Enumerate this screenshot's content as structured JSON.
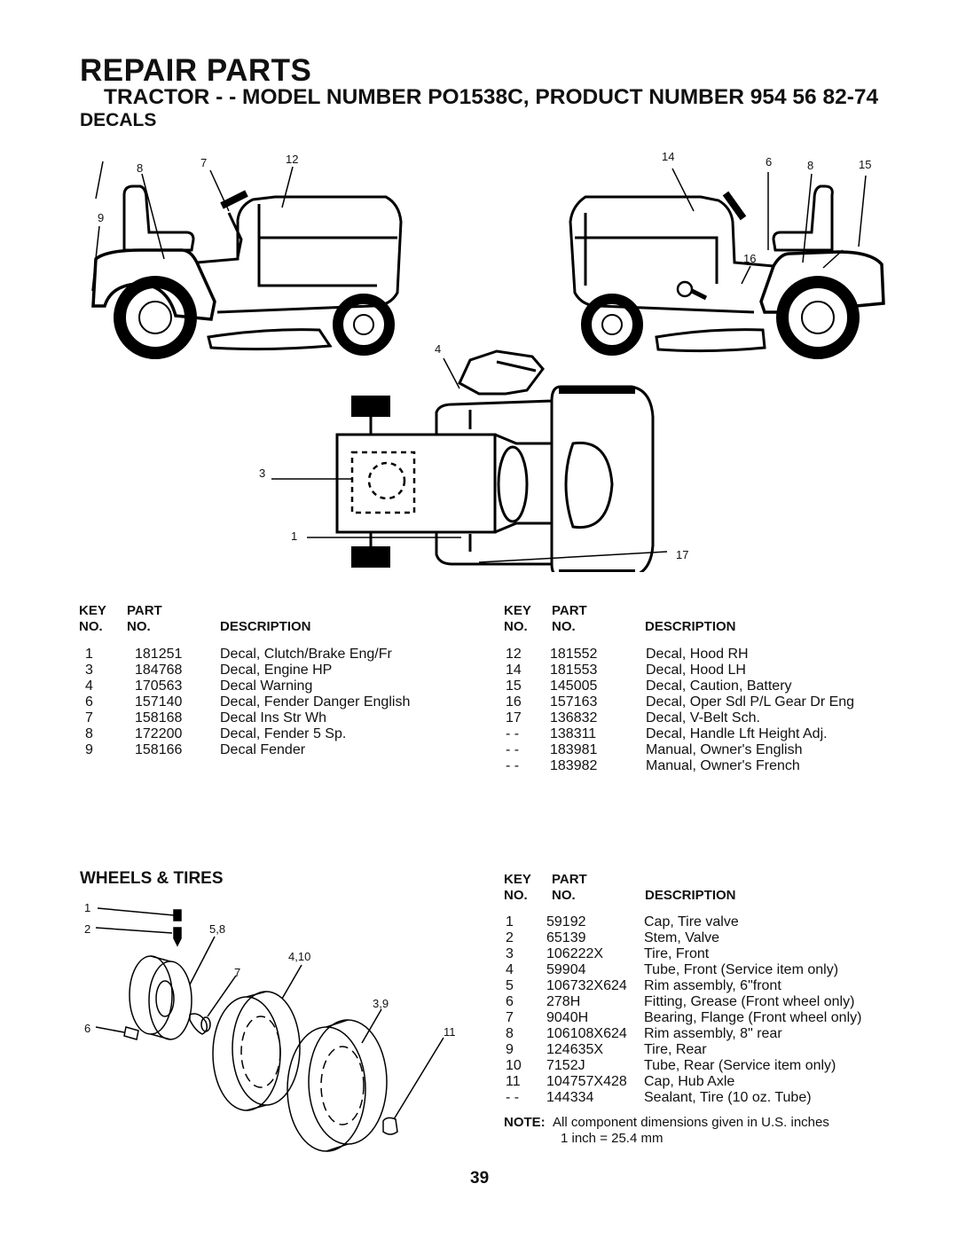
{
  "header": {
    "title": "REPAIR PARTS",
    "subtitle": "TRACTOR - - MODEL NUMBER PO1538C, PRODUCT NUMBER 954 56 82-74"
  },
  "decals": {
    "heading": "DECALS",
    "callouts": [
      "8",
      "7",
      "12",
      "9",
      "14",
      "6",
      "8",
      "15",
      "16",
      "4",
      "3",
      "1",
      "17"
    ],
    "table_headers": {
      "key_top": "KEY",
      "key_bottom": "NO.",
      "part_top": "PART",
      "part_bottom": "NO.",
      "description": "DESCRIPTION"
    },
    "left_rows": [
      {
        "key": "1",
        "part": "181251",
        "description": "Decal, Clutch/Brake Eng/Fr"
      },
      {
        "key": "3",
        "part": "184768",
        "description": "Decal, Engine HP"
      },
      {
        "key": "4",
        "part": "170563",
        "description": "Decal Warning"
      },
      {
        "key": "6",
        "part": "157140",
        "description": "Decal, Fender Danger English"
      },
      {
        "key": "7",
        "part": "158168",
        "description": "Decal Ins Str Wh"
      },
      {
        "key": "8",
        "part": "172200",
        "description": "Decal, Fender 5 Sp."
      },
      {
        "key": "9",
        "part": "158166",
        "description": "Decal Fender"
      }
    ],
    "right_rows": [
      {
        "key": "12",
        "part": "181552",
        "description": "Decal, Hood RH"
      },
      {
        "key": "14",
        "part": "181553",
        "description": "Decal, Hood LH"
      },
      {
        "key": "15",
        "part": "145005",
        "description": "Decal, Caution, Battery"
      },
      {
        "key": "16",
        "part": "157163",
        "description": "Decal, Oper Sdl P/L Gear Dr Eng"
      },
      {
        "key": "17",
        "part": "136832",
        "description": "Decal, V-Belt Sch."
      },
      {
        "key": "- -",
        "part": "138311",
        "description": "Decal, Handle Lft Height Adj."
      },
      {
        "key": "- -",
        "part": "183981",
        "description": "Manual, Owner's English"
      },
      {
        "key": "- -",
        "part": "183982",
        "description": "Manual, Owner's French"
      }
    ]
  },
  "wheels": {
    "heading": "WHEELS & TIRES",
    "callouts": [
      "1",
      "2",
      "5,8",
      "4,10",
      "7",
      "3,9",
      "6",
      "11"
    ],
    "rows": [
      {
        "key": "1",
        "part": "59192",
        "description": "Cap, Tire valve"
      },
      {
        "key": "2",
        "part": "65139",
        "description": "Stem, Valve"
      },
      {
        "key": "3",
        "part": "106222X",
        "description": "Tire, Front"
      },
      {
        "key": "4",
        "part": "59904",
        "description": "Tube, Front (Service item only)"
      },
      {
        "key": "5",
        "part": "106732X624",
        "description": "Rim assembly, 6\"front"
      },
      {
        "key": "6",
        "part": "278H",
        "description": "Fitting, Grease (Front wheel only)"
      },
      {
        "key": "7",
        "part": "9040H",
        "description": "Bearing, Flange (Front wheel only)"
      },
      {
        "key": "8",
        "part": "106108X624",
        "description": "Rim assembly, 8\" rear"
      },
      {
        "key": "9",
        "part": "124635X",
        "description": "Tire, Rear"
      },
      {
        "key": "10",
        "part": "7152J",
        "description": "Tube, Rear (Service item only)"
      },
      {
        "key": "11",
        "part": "104757X428",
        "description": "Cap, Hub Axle"
      },
      {
        "key": "- -",
        "part": "144334",
        "description": "Sealant, Tire (10 oz. Tube)"
      }
    ]
  },
  "note": {
    "label": "NOTE:",
    "line1": "All component dimensions given in U.S. inches",
    "line2": "1 inch = 25.4 mm"
  },
  "page_number": "39"
}
